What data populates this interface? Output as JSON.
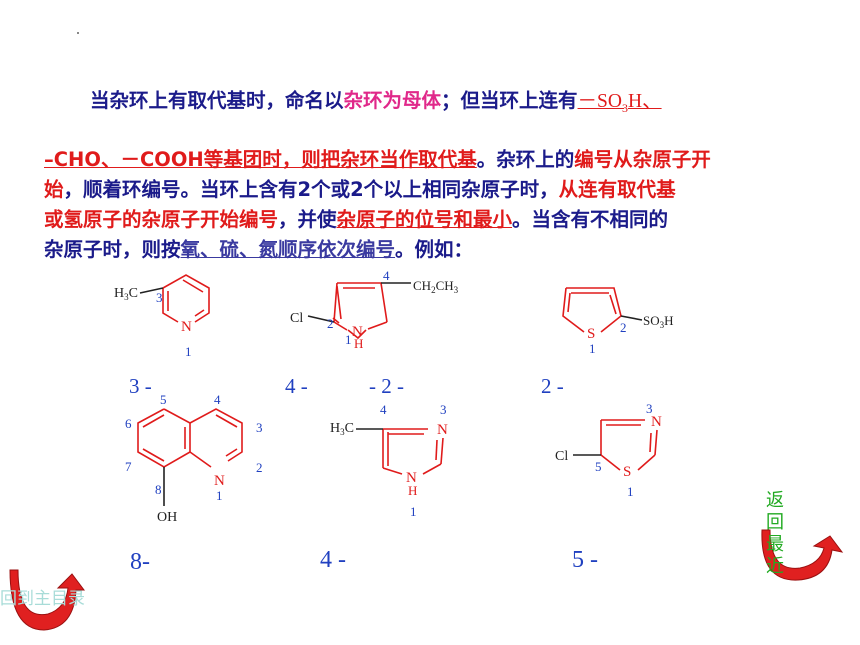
{
  "paragraph": {
    "l1_a": "当杂环上有取代基时，命名以",
    "l1_b": "杂环为母体",
    "l1_c": "；但当环上连有",
    "l1_d": "－SO",
    "l1_d_sub": "3",
    "l1_e": "H、",
    "l2_a": "–CHO、－COOH等基团时，则把杂环当作取代基",
    "l2_b": "。杂环上的",
    "l2_c": "编号从杂原子开",
    "l3_a": "始",
    "l3_b": "，顺着环编号。当环上含有2个或2个以上相同杂原子时，",
    "l3_c": "从连有取代基",
    "l4_a": "或氢原子的杂原子开始编号",
    "l4_b": "，并使",
    "l4_c": "杂原子的位号和最小",
    "l4_d": "。当含有不相同的",
    "l5_a": "杂原子时，则按",
    "l5_b": "氧、硫、氮顺序依次编号",
    "l5_c": "。例如："
  },
  "molecules": {
    "m1": {
      "sub_H": "H",
      "sub_3": "3",
      "sub_C": "C",
      "pos_3": "3",
      "atom_N": "N",
      "pos_1": "1"
    },
    "m2": {
      "sub_Cl": "Cl",
      "pos_2": "2",
      "pos_4": "4",
      "sub_ethyl_1": "CH",
      "sub_ethyl_2": "2",
      "sub_ethyl_3": "CH",
      "sub_ethyl_4": "3",
      "atom_N": "N",
      "atom_H": "H",
      "pos_1": "1"
    },
    "m3": {
      "atom_S": "S",
      "pos_1": "1",
      "pos_2": "2",
      "sub_1": "SO",
      "sub_2": "3",
      "sub_3": "H"
    },
    "m4": {
      "pos_5": "5",
      "pos_4": "4",
      "pos_6": "6",
      "pos_3": "3",
      "pos_7": "7",
      "pos_2": "2",
      "pos_8": "8",
      "atom_N": "N",
      "pos_1": "1",
      "sub_OH": "OH"
    },
    "m5": {
      "sub_H": "H",
      "sub_3": "3",
      "sub_C": "C",
      "pos_4": "4",
      "pos_3": "3",
      "atom_N3": "N",
      "atom_N1": "N",
      "atom_H": "H",
      "pos_1": "1"
    },
    "m6": {
      "pos_3": "3",
      "atom_N": "N",
      "sub_Cl": "Cl",
      "pos_5": "5",
      "atom_S": "S",
      "pos_1": "1"
    }
  },
  "name_labels": {
    "n1": "3 -",
    "n2": "4 -",
    "n3": "- 2 -",
    "n4": "2 -",
    "n5": "8-",
    "n6": "4 -",
    "n7": "5 -"
  },
  "nav": {
    "back_recent": "返回最近",
    "back_toc": "回到主目录"
  },
  "colors": {
    "text": "#1b1b8a",
    "highlight": "#e01b1b",
    "emphasis": "#e0288a",
    "label": "#2040c0",
    "nav_green": "#22aa22"
  }
}
